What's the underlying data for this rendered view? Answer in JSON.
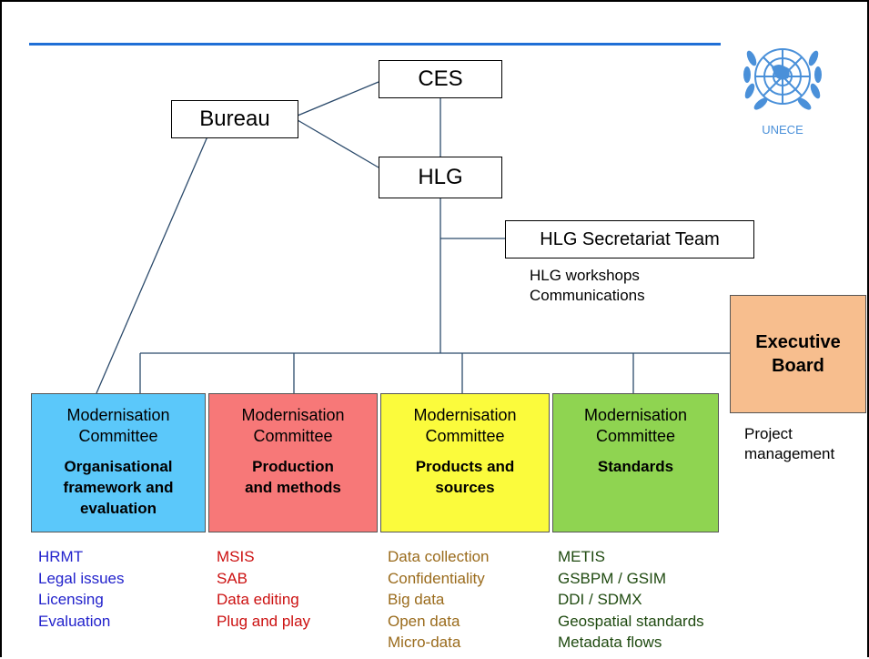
{
  "header": {
    "rule_color": "#1f6fd6"
  },
  "logo": {
    "text": "UNECE",
    "color": "#4a90d9"
  },
  "nodes": {
    "ces": "CES",
    "bureau": "Bureau",
    "hlg": "HLG",
    "secretariat": "HLG Secretariat Team",
    "executive_board": {
      "line1": "Executive",
      "line2": "Board",
      "color": "#f7be8e"
    }
  },
  "secretariat_notes": [
    "HLG workshops",
    "Communications"
  ],
  "executive_notes": [
    "Project",
    "management"
  ],
  "committees": [
    {
      "title_line1": "Modernisation",
      "title_line2": "Committee",
      "name_lines": [
        "Organisational",
        "framework and",
        "evaluation"
      ],
      "color": "#5bc8fa",
      "activities_color": "#2222cc",
      "activities": [
        "HRMT",
        "Legal issues",
        "Licensing",
        "Evaluation"
      ]
    },
    {
      "title_line1": "Modernisation",
      "title_line2": "Committee",
      "name_lines": [
        "Production",
        "and methods"
      ],
      "color": "#f77878",
      "activities_color": "#cc1111",
      "activities": [
        "MSIS",
        "SAB",
        "Data editing",
        "Plug and play"
      ]
    },
    {
      "title_line1": "Modernisation",
      "title_line2": "Committee",
      "name_lines": [
        "Products and",
        "sources"
      ],
      "color": "#fbfb3c",
      "activities_color": "#9a6b1c",
      "activities": [
        "Data collection",
        "Confidentiality",
        "Big data",
        "Open data",
        "Micro-data"
      ]
    },
    {
      "title_line1": "Modernisation",
      "title_line2": "Committee",
      "name_lines": [
        "Standards"
      ],
      "color": "#8fd451",
      "activities_color": "#1f4a10",
      "activities": [
        "METIS",
        "GSBPM / GSIM",
        "DDI / SDMX",
        "Geospatial standards",
        "Metadata flows"
      ]
    }
  ]
}
